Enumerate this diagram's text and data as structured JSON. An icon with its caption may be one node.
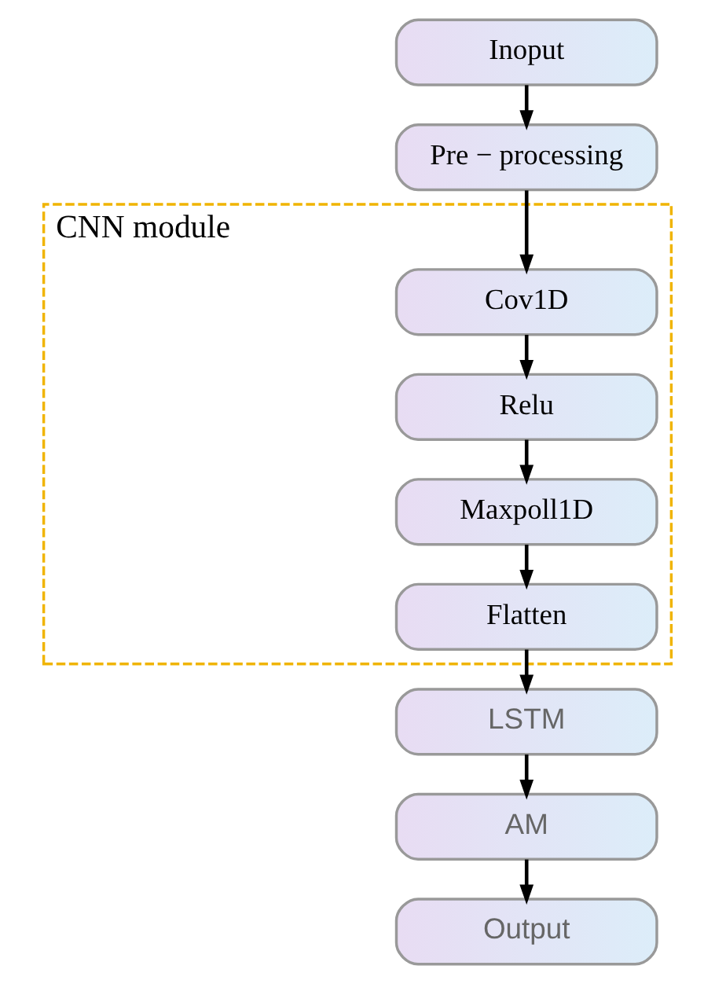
{
  "diagram": {
    "nodes": [
      {
        "text": [
          "Inoput"
        ]
      },
      {
        "text": [
          "Pre − processing"
        ]
      },
      {
        "text": [
          "CNN module"
        ]
      },
      {
        "text": [
          "Cov1D"
        ],
        "in": 2
      },
      {
        "text": [
          "Relu"
        ],
        "in": 2
      },
      {
        "text": [
          "Maxpoll1D"
        ],
        "in": 2
      },
      {
        "text": [
          "Flatten"
        ],
        "in": 2
      },
      {
        "text": [
          "LSTM"
        ]
      },
      {
        "text": [
          "AM"
        ]
      },
      {
        "text": [
          "Output"
        ]
      }
    ],
    "edges": [
      {
        "from": 0,
        "to": 1,
        "arrow": "to"
      },
      {
        "from": 1,
        "to": 3,
        "arrow": "to"
      },
      {
        "from": 3,
        "to": 4,
        "arrow": "to"
      },
      {
        "from": 4,
        "to": 5,
        "arrow": "to"
      },
      {
        "from": 5,
        "to": 6,
        "arrow": "to"
      },
      {
        "from": 6,
        "to": 7,
        "arrow": "to"
      },
      {
        "from": 7,
        "to": 8,
        "arrow": "to"
      },
      {
        "from": 8,
        "to": 9,
        "arrow": "to"
      }
    ]
  }
}
